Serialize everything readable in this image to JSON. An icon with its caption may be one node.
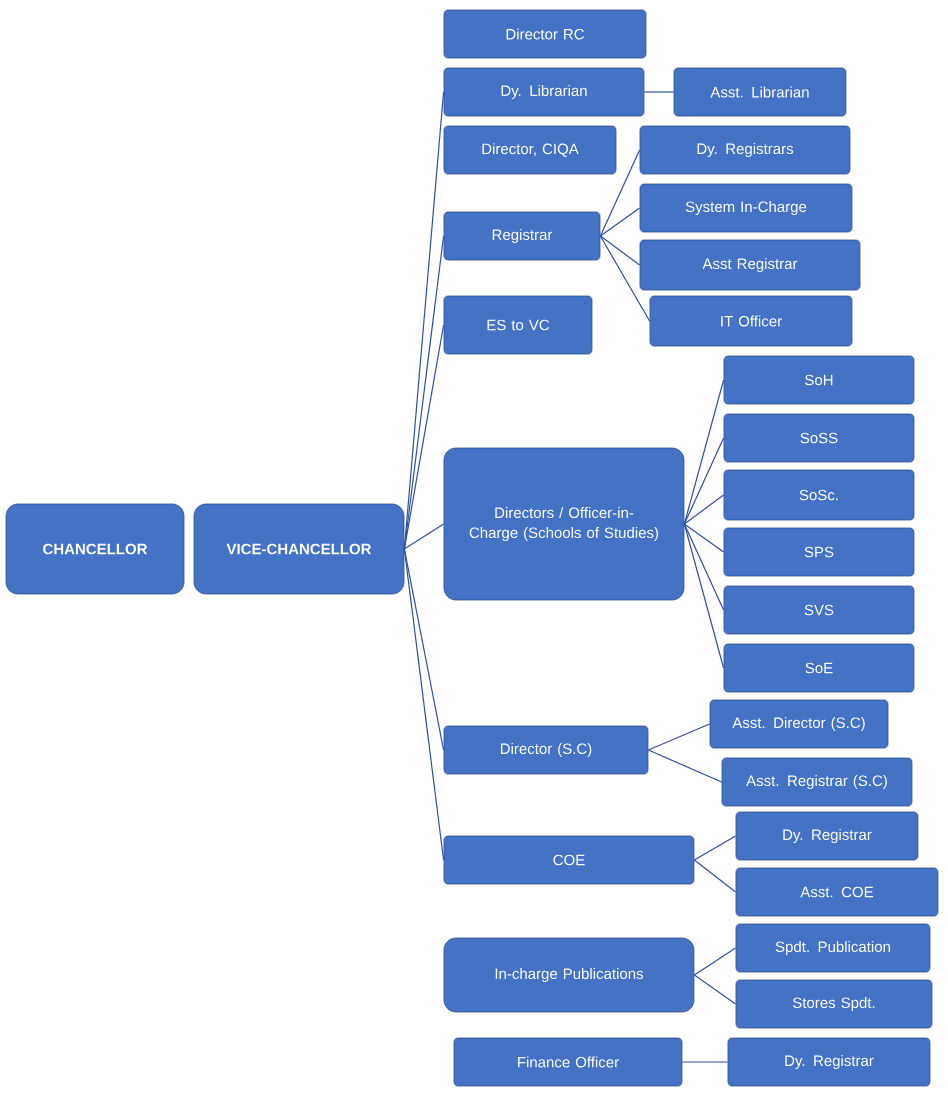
{
  "diagram": {
    "nodes": [
      {
        "text": [
          "CHANCELLOR"
        ]
      },
      {
        "text": [
          "VICE-CHANCELLOR"
        ]
      },
      {
        "text": [
          "Director RC"
        ]
      },
      {
        "text": [
          "Dy. Librarian"
        ]
      },
      {
        "text": [
          "Asst. Librarian"
        ]
      },
      {
        "text": [
          "Director, CIQA"
        ]
      },
      {
        "text": [
          "Dy. Registrars"
        ]
      },
      {
        "text": [
          "Registrar"
        ]
      },
      {
        "text": [
          "System In-Charge"
        ]
      },
      {
        "text": [
          "Asst Registrar"
        ]
      },
      {
        "text": [
          "IT Officer"
        ]
      },
      {
        "text": [
          "ES to VC"
        ]
      },
      {
        "text": [
          "SoH"
        ]
      },
      {
        "text": [
          "Directors / Officer-in-Charge (Schools of Studies)"
        ]
      },
      {
        "text": [
          "SoSS"
        ]
      },
      {
        "text": [
          "SoSc."
        ]
      },
      {
        "text": [
          "SPS"
        ]
      },
      {
        "text": [
          "SVS"
        ]
      },
      {
        "text": [
          "SoE"
        ]
      },
      {
        "text": [
          "Asst. Director (S.C)"
        ]
      },
      {
        "text": [
          "Director (S.C)"
        ]
      },
      {
        "text": [
          "Asst. Registrar (S.C)"
        ]
      },
      {
        "text": [
          "Dy. Registrar"
        ]
      },
      {
        "text": [
          "COE"
        ]
      },
      {
        "text": [
          "Asst. COE"
        ]
      },
      {
        "text": [
          "Spdt. Publication"
        ]
      },
      {
        "text": [
          "In-charge Publications"
        ]
      },
      {
        "text": [
          "Stores Spdt."
        ]
      },
      {
        "text": [
          "Finance Officer"
        ]
      },
      {
        "text": [
          "Dy. Registrar"
        ]
      }
    ],
    "edges": [
      {
        "from": 1,
        "to": 3,
        "arrow": "none"
      },
      {
        "from": 1,
        "to": 7,
        "arrow": "none"
      },
      {
        "from": 1,
        "to": 11,
        "arrow": "none"
      },
      {
        "from": 1,
        "to": 13,
        "arrow": "none"
      },
      {
        "from": 1,
        "to": 20,
        "arrow": "none"
      },
      {
        "from": 1,
        "to": 23,
        "arrow": "none"
      },
      {
        "from": 3,
        "to": 4,
        "arrow": "none"
      },
      {
        "from": 7,
        "to": 6,
        "arrow": "none"
      },
      {
        "from": 7,
        "to": 8,
        "arrow": "none"
      },
      {
        "from": 7,
        "to": 9,
        "arrow": "none"
      },
      {
        "from": 7,
        "to": 10,
        "arrow": "none"
      },
      {
        "from": 13,
        "to": 12,
        "arrow": "none"
      },
      {
        "from": 13,
        "to": 14,
        "arrow": "none"
      },
      {
        "from": 13,
        "to": 15,
        "arrow": "none"
      },
      {
        "from": 13,
        "to": 16,
        "arrow": "none"
      },
      {
        "from": 13,
        "to": 17,
        "arrow": "none"
      },
      {
        "from": 13,
        "to": 18,
        "arrow": "none"
      },
      {
        "from": 20,
        "to": 19,
        "arrow": "none"
      },
      {
        "from": 20,
        "to": 21,
        "arrow": "none"
      },
      {
        "from": 23,
        "to": 22,
        "arrow": "none"
      },
      {
        "from": 23,
        "to": 24,
        "arrow": "none"
      },
      {
        "from": 26,
        "to": 25,
        "arrow": "none"
      },
      {
        "from": 26,
        "to": 27,
        "arrow": "none"
      },
      {
        "from": 28,
        "to": 29,
        "arrow": "none"
      }
    ]
  }
}
